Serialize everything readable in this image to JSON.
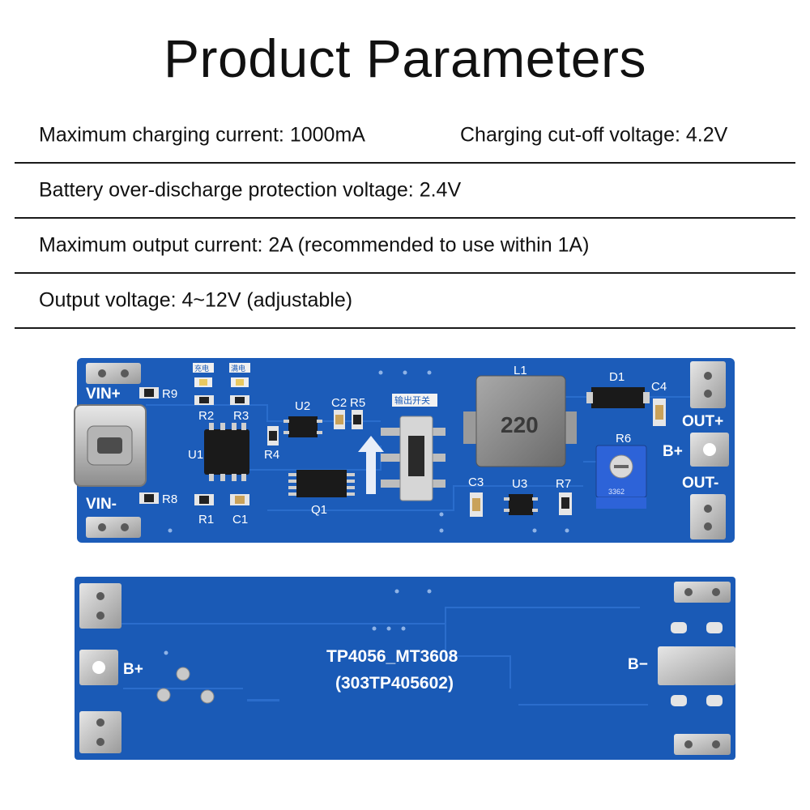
{
  "title": "Product Parameters",
  "specs": [
    {
      "c1": "Maximum charging current: 1000mA",
      "c2": "Charging cut-off voltage: 4.2V"
    },
    {
      "c1": "Battery over-discharge protection voltage: 2.4V"
    },
    {
      "c1": "Maximum output current: 2A (recommended to use within 1A)"
    },
    {
      "c1": "Output voltage: 4~12V (adjustable)"
    }
  ],
  "board_front": {
    "labels": {
      "vin_plus": "VIN+",
      "vin_minus": "VIN-",
      "r9": "R9",
      "r8": "R8",
      "r2": "R2",
      "r3": "R3",
      "r1": "R1",
      "c1": "C1",
      "u1": "U1",
      "u2": "U2",
      "c2": "C2",
      "r5": "R5",
      "r4": "R4",
      "q1": "Q1",
      "switch_label": "输出开关",
      "led_charge": "充电",
      "led_full": "满电",
      "l1": "L1",
      "inductor_code": "220",
      "d1": "D1",
      "c4": "C4",
      "out_plus": "OUT+",
      "b_plus": "B+",
      "out_minus": "OUT-",
      "r6": "R6",
      "pot_code": "3362",
      "c3": "C3",
      "u3": "U3",
      "r7": "R7"
    },
    "colors": {
      "pcb": "#1a5bb8",
      "pad": "#c9c9c9",
      "silk": "#ffffff"
    }
  },
  "board_back": {
    "labels": {
      "model": "TP4056_MT3608",
      "part_number": "(303TP405602)",
      "b_plus": "B+",
      "b_minus": "B−"
    }
  }
}
